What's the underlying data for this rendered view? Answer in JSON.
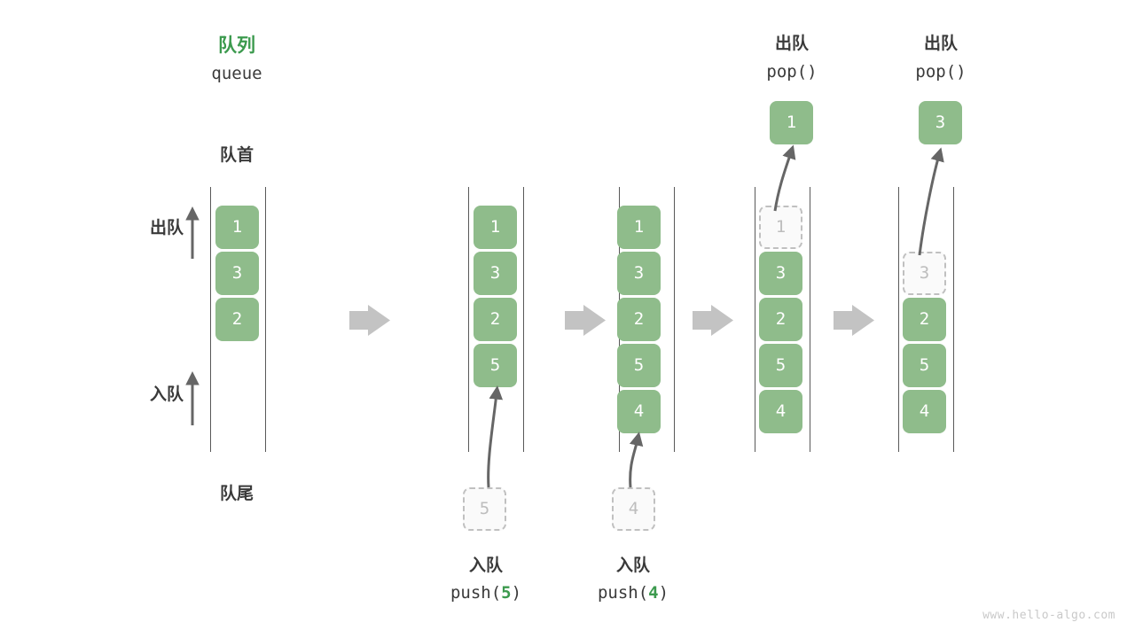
{
  "diagram": {
    "title_cn": "队列",
    "title_en": "queue",
    "front_label": "队首",
    "rear_label": "队尾",
    "dequeue_label": "出队",
    "enqueue_label": "入队",
    "watermark": "www.hello-algo.com",
    "accent_color": "#3c9a4e",
    "cell_color": "#8fbc8b",
    "ghost_color": "#bdbdbd",
    "arrow_color": "#666666",
    "step_arrow_color": "#c3c3c3"
  },
  "columns": [
    {
      "id": "state-initial",
      "cells": [
        {
          "value": "1",
          "state": "filled",
          "slot": 0
        },
        {
          "value": "3",
          "state": "filled",
          "slot": 1
        },
        {
          "value": "2",
          "state": "filled",
          "slot": 2
        }
      ]
    },
    {
      "id": "state-after-push-5",
      "cells": [
        {
          "value": "1",
          "state": "filled",
          "slot": 0
        },
        {
          "value": "3",
          "state": "filled",
          "slot": 1
        },
        {
          "value": "2",
          "state": "filled",
          "slot": 2
        },
        {
          "value": "5",
          "state": "filled",
          "slot": 3
        }
      ],
      "incoming": {
        "value": "5",
        "state": "ghost"
      },
      "caption_cn": "入队",
      "caption_code_prefix": "push(",
      "caption_code_arg": "5",
      "caption_code_suffix": ")"
    },
    {
      "id": "state-after-push-4",
      "cells": [
        {
          "value": "1",
          "state": "filled",
          "slot": 0
        },
        {
          "value": "3",
          "state": "filled",
          "slot": 1
        },
        {
          "value": "2",
          "state": "filled",
          "slot": 2
        },
        {
          "value": "5",
          "state": "filled",
          "slot": 3
        },
        {
          "value": "4",
          "state": "filled",
          "slot": 4
        }
      ],
      "incoming": {
        "value": "4",
        "state": "ghost"
      },
      "caption_cn": "入队",
      "caption_code_prefix": "push(",
      "caption_code_arg": "4",
      "caption_code_suffix": ")"
    },
    {
      "id": "state-after-pop-1",
      "cells": [
        {
          "value": "1",
          "state": "ghost",
          "slot": 0
        },
        {
          "value": "3",
          "state": "filled",
          "slot": 1
        },
        {
          "value": "2",
          "state": "filled",
          "slot": 2
        },
        {
          "value": "5",
          "state": "filled",
          "slot": 3
        },
        {
          "value": "4",
          "state": "filled",
          "slot": 4
        }
      ],
      "outgoing": {
        "value": "1",
        "state": "filled"
      },
      "header_cn": "出队",
      "header_code": "pop()"
    },
    {
      "id": "state-after-pop-3",
      "cells": [
        {
          "value": "3",
          "state": "ghost",
          "slot": 1
        },
        {
          "value": "2",
          "state": "filled",
          "slot": 2
        },
        {
          "value": "5",
          "state": "filled",
          "slot": 3
        },
        {
          "value": "4",
          "state": "filled",
          "slot": 4
        }
      ],
      "outgoing": {
        "value": "3",
        "state": "filled"
      },
      "header_cn": "出队",
      "header_code": "pop()"
    }
  ]
}
